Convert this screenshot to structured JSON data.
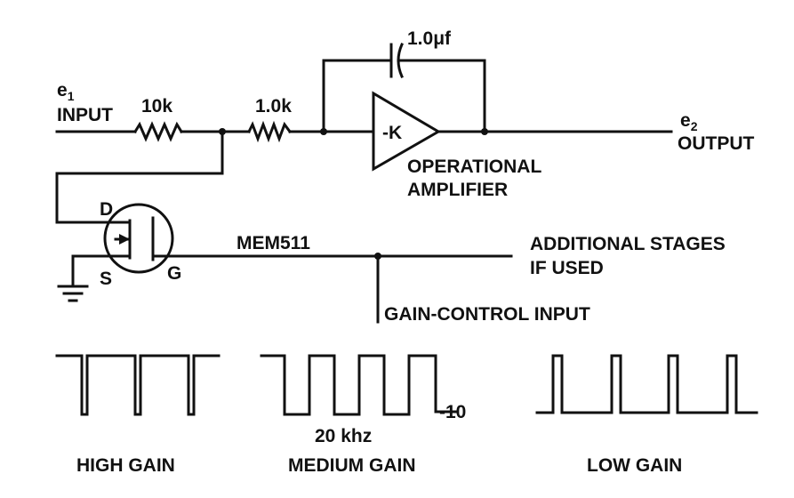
{
  "labels": {
    "input_sym": "e",
    "input_sub": "1",
    "input": "INPUT",
    "r1": "10k",
    "r2": "1.0k",
    "cap": "1.0μf",
    "amp": "-K",
    "output_sym": "e",
    "output_sub": "2",
    "output": "OUTPUT",
    "opamp_line1": "OPERATIONAL",
    "opamp_line2": "AMPLIFIER",
    "drain": "D",
    "source": "S",
    "gate": "G",
    "transistor": "MEM511",
    "additional_line1": "ADDITIONAL STAGES",
    "additional_line2": "IF USED",
    "gain_control": "GAIN-CONTROL INPUT",
    "wave_level": "-10",
    "frequency": "20 khz",
    "high_gain": "HIGH GAIN",
    "medium_gain": "MEDIUM GAIN",
    "low_gain": "LOW GAIN"
  },
  "waveforms": {
    "high_gain_duty": 0.8,
    "medium_gain_duty": 0.5,
    "low_gain_duty": 0.2
  }
}
